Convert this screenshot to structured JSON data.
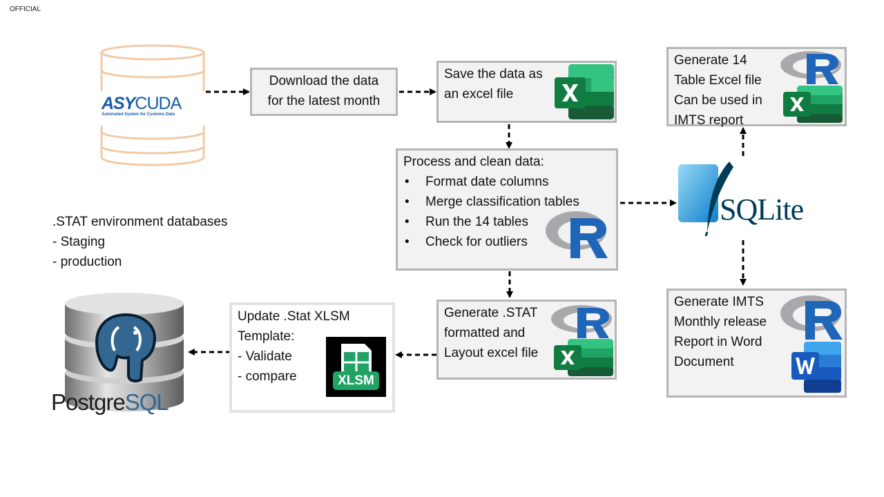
{
  "classification": "OFFICIAL",
  "asycuda": {
    "logo_text_a": "ASY",
    "logo_text_b": "CUDA",
    "tagline": "Automated System for Customs Data"
  },
  "download_box": {
    "lines": [
      "Download the data",
      "for the latest month"
    ]
  },
  "save_box": {
    "lines": [
      "Save the data as",
      "an excel file"
    ]
  },
  "process_box": {
    "title": "Process and clean data:",
    "bullets": [
      "Format date columns",
      "Merge classification tables",
      "Run the 14 tables",
      "Check for outliers"
    ]
  },
  "sqlite": {
    "label": "SQLite"
  },
  "generate14_box": {
    "lines": [
      "Generate 14",
      "Table Excel file",
      "Can be used in",
      "IMTS report"
    ]
  },
  "imts_box": {
    "lines": [
      "Generate IMTS",
      "Monthly release",
      "Report in Word",
      "Document"
    ]
  },
  "stat_box": {
    "lines": [
      "Generate .STAT",
      "formatted and",
      "Layout excel file"
    ]
  },
  "xlsm_box": {
    "lines": [
      "Update .Stat XLSM",
      "Template:",
      "- Validate",
      "- compare"
    ],
    "icon_label": "XLSM"
  },
  "env_text": {
    "lines": [
      ".STAT environment databases",
      "- Staging",
      "- production"
    ]
  },
  "postgres": {
    "label_a": "Postgre",
    "label_b": "SQL"
  },
  "icons": {
    "excel": "excel-icon",
    "r": "r-logo-icon",
    "word": "word-icon",
    "sqlite": "sqlite-feather-icon",
    "postgres": "postgres-elephant-icon",
    "database": "database-cylinder-icon"
  },
  "colors": {
    "box_fill": "#f2f2f2",
    "box_border": "#b5b5b5",
    "asycuda_blue": "#1b5aa8",
    "excel_green": "#1f7a43",
    "r_blue": "#2066b8",
    "word_blue": "#185abd",
    "sqlite_blue": "#0f80cc"
  }
}
